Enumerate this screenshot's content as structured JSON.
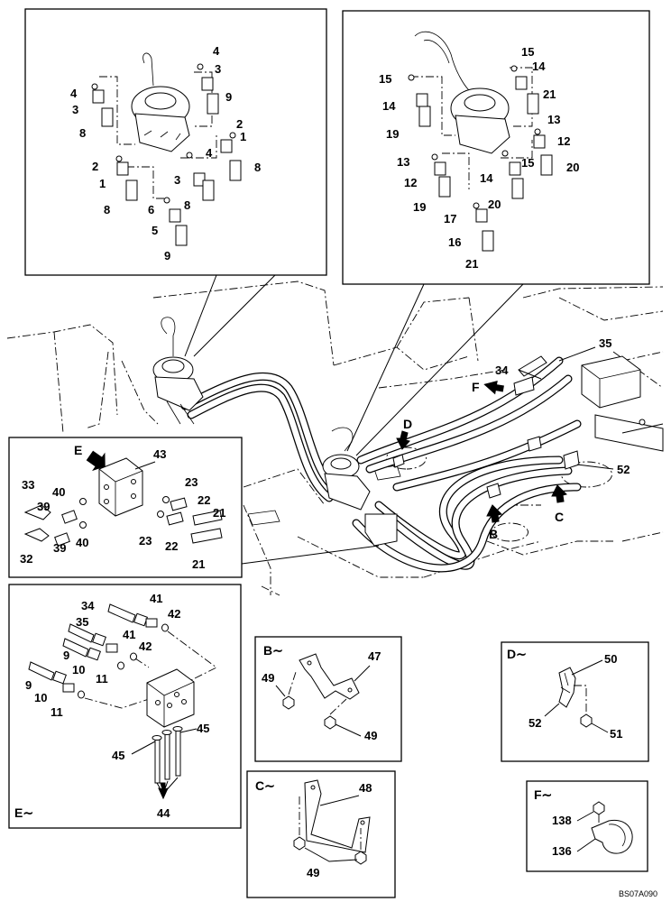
{
  "drawing_code": "BS07A090",
  "callouts": {
    "top_left": [
      "4",
      "3",
      "4",
      "3",
      "9",
      "8",
      "2",
      "1",
      "2",
      "4",
      "1",
      "8",
      "3",
      "8",
      "6",
      "5",
      "8",
      "9"
    ],
    "top_right": [
      "15",
      "14",
      "15",
      "14",
      "21",
      "19",
      "13",
      "12",
      "13",
      "15",
      "14",
      "20",
      "12",
      "20",
      "19",
      "17",
      "16",
      "21"
    ],
    "main": [
      "35",
      "34",
      "F",
      "D",
      "52",
      "C",
      "B"
    ],
    "view_e": [
      "E",
      "43",
      "33",
      "40",
      "39",
      "23",
      "22",
      "21",
      "23",
      "22",
      "21",
      "39",
      "40",
      "32"
    ],
    "view_e_block": [
      "34",
      "41",
      "42",
      "35",
      "9",
      "41",
      "10",
      "42",
      "9",
      "10",
      "11",
      "11",
      "45",
      "45",
      "44"
    ],
    "view_b": [
      "47",
      "49",
      "49"
    ],
    "view_c": [
      "48",
      "49"
    ],
    "view_d": [
      "50",
      "52",
      "51"
    ],
    "view_f": [
      "138",
      "136"
    ]
  },
  "view_titles": {
    "e": "E",
    "e_block": "E∼",
    "b": "B∼",
    "c": "C∼",
    "d": "D∼",
    "f": "F∼"
  }
}
